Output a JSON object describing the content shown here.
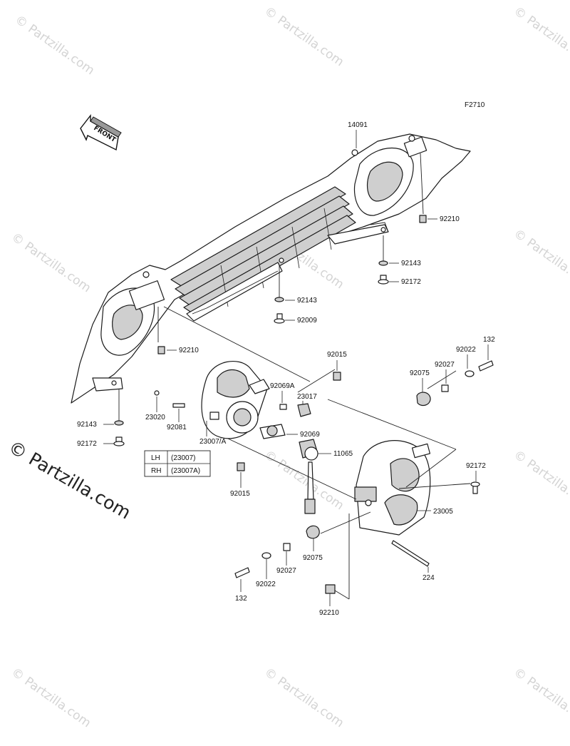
{
  "figure_code": "F2710",
  "front_label": "FRONT",
  "watermark": "© Partzilla.com",
  "watermark_large": "© Partzilla.com",
  "parts": {
    "p14091": "14091",
    "p92210_a": "92210",
    "p92143_a": "92143",
    "p92172_a": "92172",
    "p92143_b": "92143",
    "p92009": "92009",
    "p92210_b": "92210",
    "p92015_a": "92015",
    "p92069A": "92069A",
    "p23017": "23017",
    "p92069": "92069",
    "p11065": "11065",
    "p23020": "23020",
    "p92081": "92081",
    "p23007A": "23007/A",
    "p92143_c": "92143",
    "p92172_b": "92172",
    "p92015_b": "92015",
    "p132_a": "132",
    "p92022_a": "92022",
    "p92027_a": "92027",
    "p92075_a": "92075",
    "p92172_c": "92172",
    "p23005": "23005",
    "p92075_b": "92075",
    "p92027_b": "92027",
    "p92022_b": "92022",
    "p132_b": "132",
    "p224": "224",
    "p92210_c": "92210"
  },
  "variant_table": {
    "rows": [
      {
        "side": "LH",
        "part": "(23007)"
      },
      {
        "side": "RH",
        "part": "(23007A)"
      }
    ]
  }
}
